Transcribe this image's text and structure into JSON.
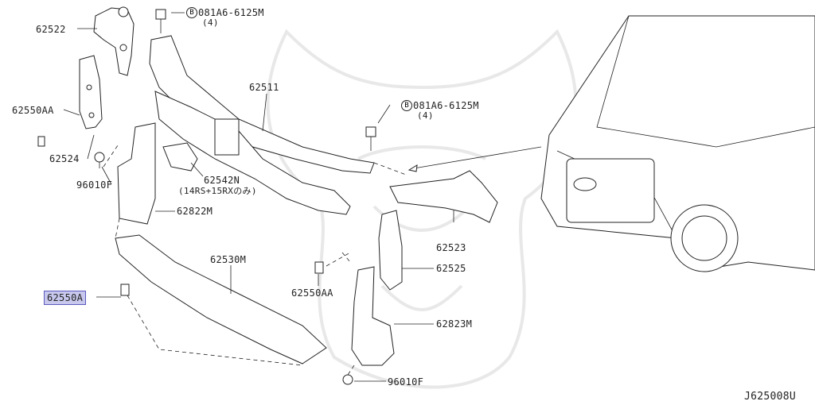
{
  "diagram": {
    "ref_code": "J625008U",
    "labels": {
      "p62522": "62522",
      "p62550aa_left": "62550AA",
      "p62524": "62524",
      "p96010f_left": "96010F",
      "p62511": "62511",
      "p62542n": "62542N",
      "p62542n_note": "(14RS+15RXのみ)",
      "p62822m": "62822M",
      "p62530m": "62530M",
      "p62550a": "62550A",
      "p62550aa_mid": "62550AA",
      "p62523": "62523",
      "p62525": "62525",
      "p62823m": "62823M",
      "p96010f_bottom": "96010F",
      "bolt_top": "081A6-6125M",
      "bolt_top_qty": "(4)",
      "bolt_mid": "081A6-6125M",
      "bolt_mid_qty": "(4)",
      "bolt_symbol": "B"
    },
    "highlighted_part": "62550A"
  }
}
